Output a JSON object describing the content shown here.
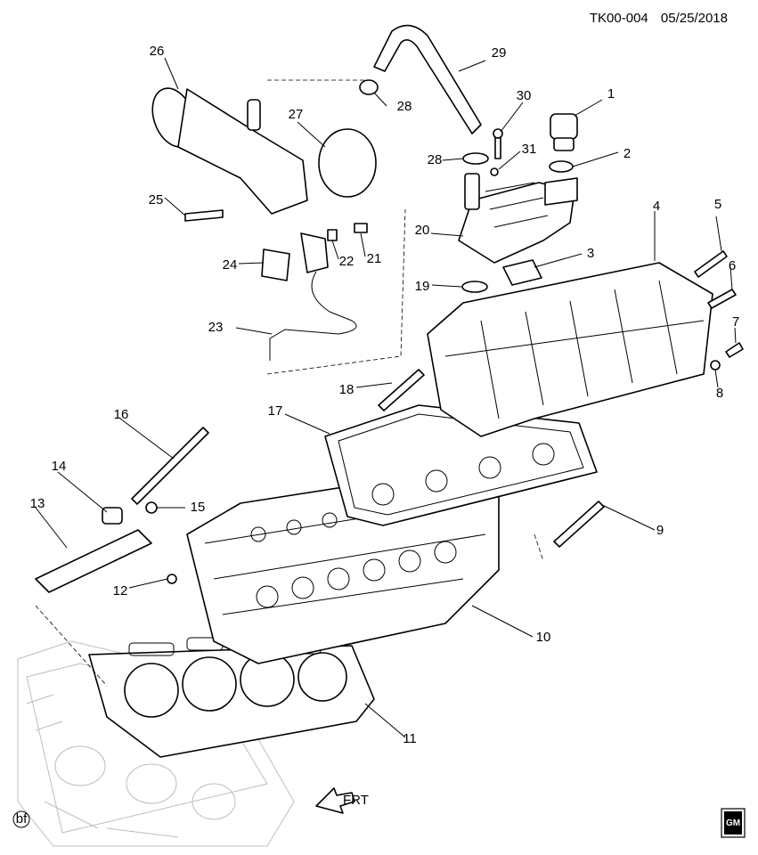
{
  "header": {
    "drawing_id": "TK00-004",
    "date": "05/25/2018"
  },
  "callouts": [
    "1",
    "2",
    "3",
    "4",
    "5",
    "6",
    "7",
    "8",
    "9",
    "10",
    "11",
    "12",
    "13",
    "14",
    "15",
    "16",
    "17",
    "18",
    "19",
    "20",
    "21",
    "22",
    "23",
    "24",
    "25",
    "26",
    "27",
    "28",
    "28",
    "29",
    "30",
    "31"
  ],
  "direction_label": "FRT",
  "footer": {
    "badge_left": "bf",
    "logo_text": "GM"
  }
}
